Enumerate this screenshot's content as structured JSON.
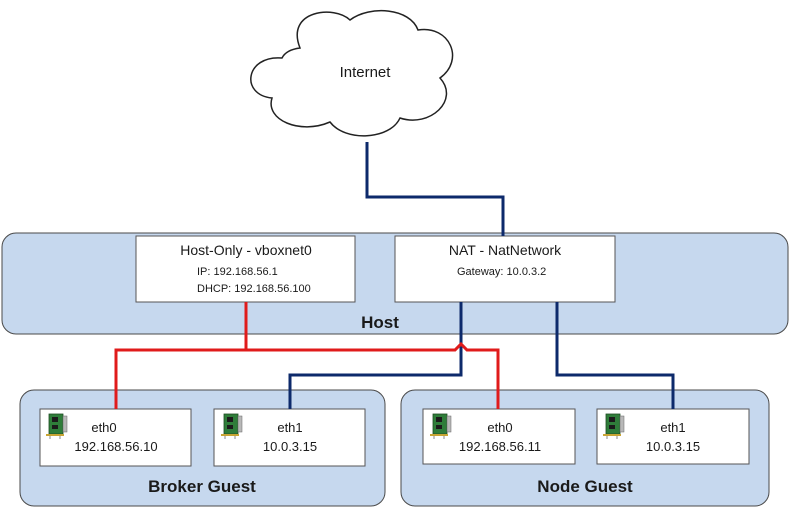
{
  "cloud": {
    "label": "Internet"
  },
  "host": {
    "label": "Host",
    "host_only": {
      "title": "Host-Only - vboxnet0",
      "ip": "IP: 192.168.56.1",
      "dhcp": "DHCP: 192.168.56.100"
    },
    "nat": {
      "title": "NAT - NatNetwork",
      "gateway": "Gateway: 10.0.3.2"
    }
  },
  "broker": {
    "label": "Broker Guest",
    "eth0": {
      "name": "eth0",
      "ip": "192.168.56.10",
      "icon": "network-card-icon"
    },
    "eth1": {
      "name": "eth1",
      "ip": "10.0.3.15",
      "icon": "network-card-icon"
    }
  },
  "node": {
    "label": "Node Guest",
    "eth0": {
      "name": "eth0",
      "ip": "192.168.56.11",
      "icon": "network-card-icon"
    },
    "eth1": {
      "name": "eth1",
      "ip": "10.0.3.15",
      "icon": "network-card-icon"
    }
  },
  "colors": {
    "host_only_link": "#e01b1b",
    "nat_link": "#0d2a6b",
    "region_fill": "#c6d8ee",
    "region_stroke": "#4a4a4a"
  }
}
